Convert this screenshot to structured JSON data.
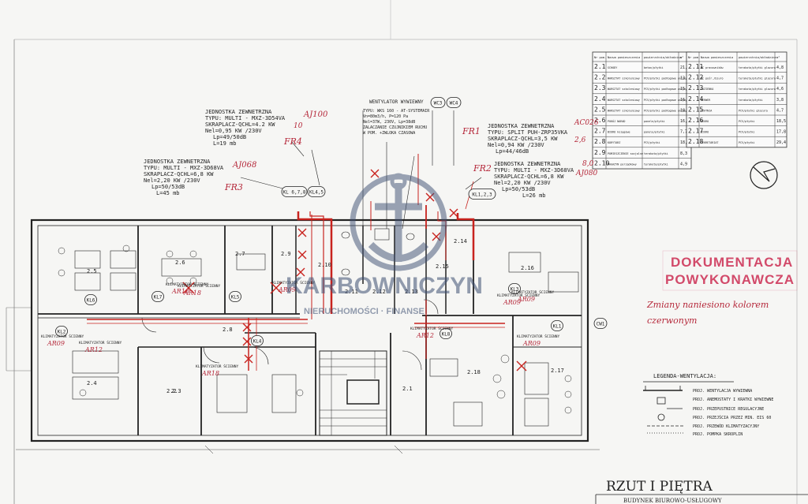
{
  "units": [
    {
      "l1": "JEDNOSTKA ZEWNETRZNA",
      "l2": "TYPU: MULTI - MXZ-3D54VA",
      "l3": "SKRAPLACZ-QCHL=4.2 KW",
      "l4": "Nel=0,95 KW /230V",
      "l5": "Lp=49/50dB",
      "l6": "L=19 mb",
      "note_code": "AJ100",
      "note_qchl": "10",
      "tag": "FR4"
    },
    {
      "l1": "JEDNOSTKA ZEWNETRZNA",
      "l2": "TYPU: MULTI - MXZ-3D68VA",
      "l3": "SKRAPLACZ-QCHL=6,8 KW",
      "l4": "Nel=2,20 KW /230V",
      "l5": "Lp=50/53dB",
      "l6": "L=45 mb",
      "note_code": "AJ068",
      "tag": "FR3"
    },
    {
      "l1": "JEDNOSTKA ZEWNETRZNA",
      "l2": "TYPU: SPLIT PUH-ZRP35VKA",
      "l3": "SKRAPLACZ-QCHL=3,5 KW",
      "l4": "Nel=0,94 KW /230V",
      "l5": "Lp=44/46dB",
      "note_code": "AC026",
      "note_qchl": "2,6",
      "tag": "FR1"
    },
    {
      "l1": "JEDNOSTKA ZEWNETRZNA",
      "l2": "TYPU: MULTI - MXZ-3D68VA",
      "l3": "SKRAPLACZ-QCHL=6,8 KW",
      "l4": "Nel=2,20 KW /230V",
      "l5": "Lp=50/53dB",
      "l6": "L=26 mb",
      "note_code": "AJ080",
      "note_qchl": "8,0",
      "tag": "FR2"
    }
  ],
  "vent_fan": {
    "l1": "WENTYLATOR WYWIEWNY",
    "l2": "TYPU: WKS 160 - AT-SYSTEMAIR",
    "l3": "Vn=80m3/h, P=120 Pa",
    "l4": "Nel=37W, 230V, Lp=38dB",
    "l5": "ZALACZANIE CZUJNIKIEM RUCHU",
    "l6": "W POM. +ZWLOKA CZASOWA"
  },
  "bubbles": [
    "KL 6,7,8",
    "KL4,5",
    "KL1,2,3",
    "WC3",
    "WC4",
    "KL1",
    "KL2",
    "KL3",
    "KL4",
    "KL5",
    "KL6",
    "KL7",
    "KL8",
    "CW1"
  ],
  "rooms": [
    "2.1",
    "2.2",
    "2.3",
    "2.4",
    "2.5",
    "2.6",
    "2.7",
    "2.8",
    "2.9",
    "2.10",
    "2.11",
    "2.12",
    "2.13",
    "2.14",
    "2.15",
    "2.16",
    "2.17",
    "2.18"
  ],
  "indoor_label": "KLIMATYZATOR ŚCIENNY",
  "indoor_codes": [
    "AR18",
    "AR09",
    "AR12",
    "AR09",
    "AR09",
    "AR18",
    "AR12",
    "AR09",
    "AR09",
    "AR18"
  ],
  "room_table_left": {
    "headers": [
      "Nr pom.",
      "Nazwa pomieszczenia",
      "powierzchnia/okładzina",
      "m²"
    ],
    "rows": [
      [
        "2.1",
        "SCHODY",
        "beton/płytki",
        "21,2"
      ],
      [
        "2.2",
        "WARSZTAT szkoleniowy",
        "PCV/płytki podłogowe antyelektrostatyczne",
        "13,7"
      ],
      [
        "2.3",
        "WARSZTAT szkoleniowy",
        "PCV/płytki podłogowe antyelektrostatyczne",
        "15,3"
      ],
      [
        "2.4",
        "WARSZTAT szkoleniowy",
        "PCV/płytki podłogowe antyelektrostatyczne",
        "16,5"
      ],
      [
        "2.5",
        "WARSZTAT szkoleniowy",
        "PCV/płytki podłogowe antyelektrostatyczne",
        "18,8"
      ],
      [
        "2.6",
        "POKÓJ NARAD",
        "panele/płytki",
        "16,9"
      ],
      [
        "2.7",
        "BIURO księgowe",
        "panele/płytki",
        "7,7"
      ],
      [
        "2.8",
        "KORYTARZ",
        "PCV/płytki",
        "18,9"
      ],
      [
        "2.9",
        "POMIESZCZENIE socjalne",
        "terakota/płytki",
        "8,3"
      ],
      [
        "2.10",
        "MAGAZYN porządkowy",
        "terakota/płytki",
        "4,9"
      ]
    ]
  },
  "room_table_right": {
    "headers": [
      "Nr pom.",
      "Nazwa pomieszczenia",
      "powierzchnia/okładzina",
      "m²"
    ],
    "rows": [
      [
        "2.11",
        "WC pracowników",
        "terakota/płytki glazura",
        "4,8"
      ],
      [
        "2.12",
        "WC pośr./biuro",
        "terakota/płytki glazura",
        "4,7"
      ],
      [
        "2.13",
        "ŁAZIENKA",
        "terakota/płytki glazura",
        "4,6"
      ],
      [
        "2.14",
        "SERWER",
        "terakota/płytki",
        "3,8"
      ],
      [
        "2.15",
        "CZATNIA",
        "PCV/płytki glazura",
        "4,7"
      ],
      [
        "2.16",
        "BIURO",
        "PCV/płytki",
        "18,5"
      ],
      [
        "2.17",
        "BIURO",
        "PCV/płytki",
        "17,8"
      ],
      [
        "2.18",
        "SEKRETARIAT",
        "PCV/płytki",
        "29,4"
      ]
    ]
  },
  "stamp": {
    "line1": "DOKUMENTACJA",
    "line2": "POWYKONAWCZA"
  },
  "handwritten": {
    "line1": "Zmiany naniesiono kolorem",
    "line2": "czerwonym"
  },
  "legend": {
    "title": "LEGENDA-WENTYLACJA:",
    "items": [
      "PROJ. WENTYLACJA WYWIEWNA",
      "PROJ. ANEMOSTATY I KRATKI WYWIEWNE",
      "PROJ. PRZEPUSTNICE REGULACYJNE",
      "PROJ. PRZEJŚCIA PRZEZ MIN. EIS 60",
      "PROJ. PRZEWÓD KLIMATYZACYJNY",
      "PROJ. POMPKA SKROPLIN"
    ]
  },
  "watermark": {
    "brand": "KARBOWNICZYN",
    "sub": "NIERUCHOMOŚCI · FINANSE"
  },
  "drawing_title": "RZUT I PIĘTRA",
  "building": "BUDYNEK BIUROWO-USŁUGOWY",
  "colors": {
    "red_markup": "#c8231e",
    "stamp": "#d24a6a",
    "watermark": "#3d4f73",
    "lines": "#222222"
  }
}
